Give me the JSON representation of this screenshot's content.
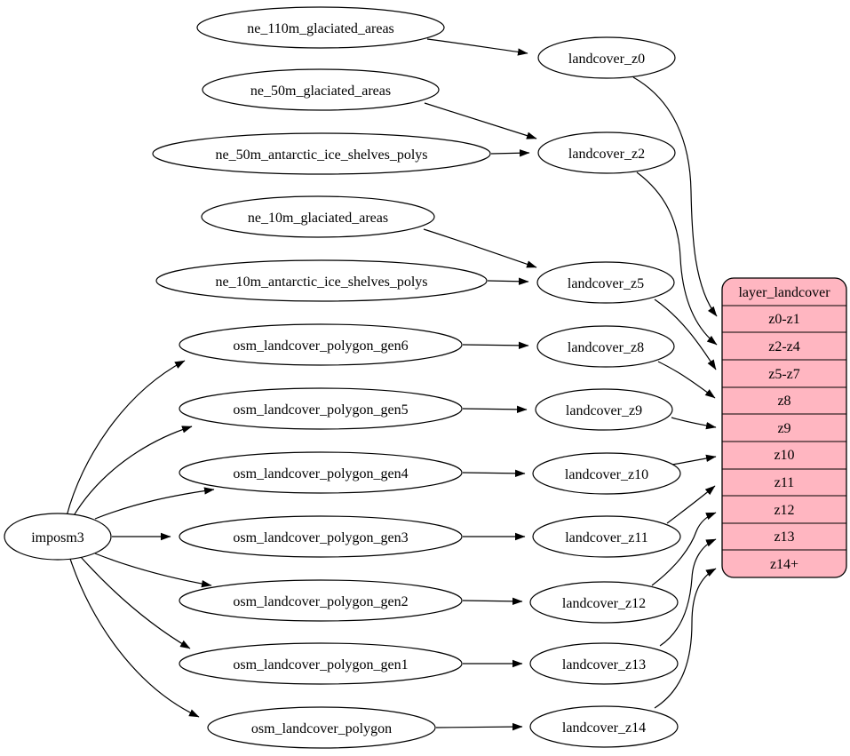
{
  "diagram": {
    "kind": "dependency-graph",
    "colors": {
      "background": "#ffffff",
      "node_fill": "#ffffff",
      "stroke": "#000000",
      "table_fill": "#ffb6c1",
      "text": "#000000"
    },
    "root": {
      "label": "imposm3"
    },
    "sources": [
      {
        "label": "ne_110m_glaciated_areas"
      },
      {
        "label": "ne_50m_glaciated_areas"
      },
      {
        "label": "ne_50m_antarctic_ice_shelves_polys"
      },
      {
        "label": "ne_10m_glaciated_areas"
      },
      {
        "label": "ne_10m_antarctic_ice_shelves_polys"
      },
      {
        "label": "osm_landcover_polygon_gen6"
      },
      {
        "label": "osm_landcover_polygon_gen5"
      },
      {
        "label": "osm_landcover_polygon_gen4"
      },
      {
        "label": "osm_landcover_polygon_gen3"
      },
      {
        "label": "osm_landcover_polygon_gen2"
      },
      {
        "label": "osm_landcover_polygon_gen1"
      },
      {
        "label": "osm_landcover_polygon"
      }
    ],
    "intermediates": [
      {
        "label": "landcover_z0"
      },
      {
        "label": "landcover_z2"
      },
      {
        "label": "landcover_z5"
      },
      {
        "label": "landcover_z8"
      },
      {
        "label": "landcover_z9"
      },
      {
        "label": "landcover_z10"
      },
      {
        "label": "landcover_z11"
      },
      {
        "label": "landcover_z12"
      },
      {
        "label": "landcover_z13"
      },
      {
        "label": "landcover_z14"
      }
    ],
    "table": {
      "title": "layer_landcover",
      "rows": [
        "z0-z1",
        "z2-z4",
        "z5-z7",
        "z8",
        "z9",
        "z10",
        "z11",
        "z12",
        "z13",
        "z14+"
      ]
    },
    "edges": [
      {
        "from": "ne_110m_glaciated_areas",
        "to": "landcover_z0"
      },
      {
        "from": "ne_50m_glaciated_areas",
        "to": "landcover_z2"
      },
      {
        "from": "ne_50m_antarctic_ice_shelves_polys",
        "to": "landcover_z2"
      },
      {
        "from": "ne_10m_glaciated_areas",
        "to": "landcover_z5"
      },
      {
        "from": "ne_10m_antarctic_ice_shelves_polys",
        "to": "landcover_z5"
      },
      {
        "from": "imposm3",
        "to": "osm_landcover_polygon_gen6"
      },
      {
        "from": "imposm3",
        "to": "osm_landcover_polygon_gen5"
      },
      {
        "from": "imposm3",
        "to": "osm_landcover_polygon_gen4"
      },
      {
        "from": "imposm3",
        "to": "osm_landcover_polygon_gen3"
      },
      {
        "from": "imposm3",
        "to": "osm_landcover_polygon_gen2"
      },
      {
        "from": "imposm3",
        "to": "osm_landcover_polygon_gen1"
      },
      {
        "from": "imposm3",
        "to": "osm_landcover_polygon"
      },
      {
        "from": "osm_landcover_polygon_gen6",
        "to": "landcover_z8"
      },
      {
        "from": "osm_landcover_polygon_gen5",
        "to": "landcover_z9"
      },
      {
        "from": "osm_landcover_polygon_gen4",
        "to": "landcover_z10"
      },
      {
        "from": "osm_landcover_polygon_gen3",
        "to": "landcover_z11"
      },
      {
        "from": "osm_landcover_polygon_gen2",
        "to": "landcover_z12"
      },
      {
        "from": "osm_landcover_polygon_gen1",
        "to": "landcover_z13"
      },
      {
        "from": "osm_landcover_polygon",
        "to": "landcover_z14"
      },
      {
        "from": "landcover_z0",
        "to": "z0-z1"
      },
      {
        "from": "landcover_z2",
        "to": "z2-z4"
      },
      {
        "from": "landcover_z5",
        "to": "z5-z7"
      },
      {
        "from": "landcover_z8",
        "to": "z8"
      },
      {
        "from": "landcover_z9",
        "to": "z9"
      },
      {
        "from": "landcover_z10",
        "to": "z10"
      },
      {
        "from": "landcover_z11",
        "to": "z11"
      },
      {
        "from": "landcover_z12",
        "to": "z12"
      },
      {
        "from": "landcover_z13",
        "to": "z13"
      },
      {
        "from": "landcover_z14",
        "to": "z14+"
      }
    ]
  }
}
